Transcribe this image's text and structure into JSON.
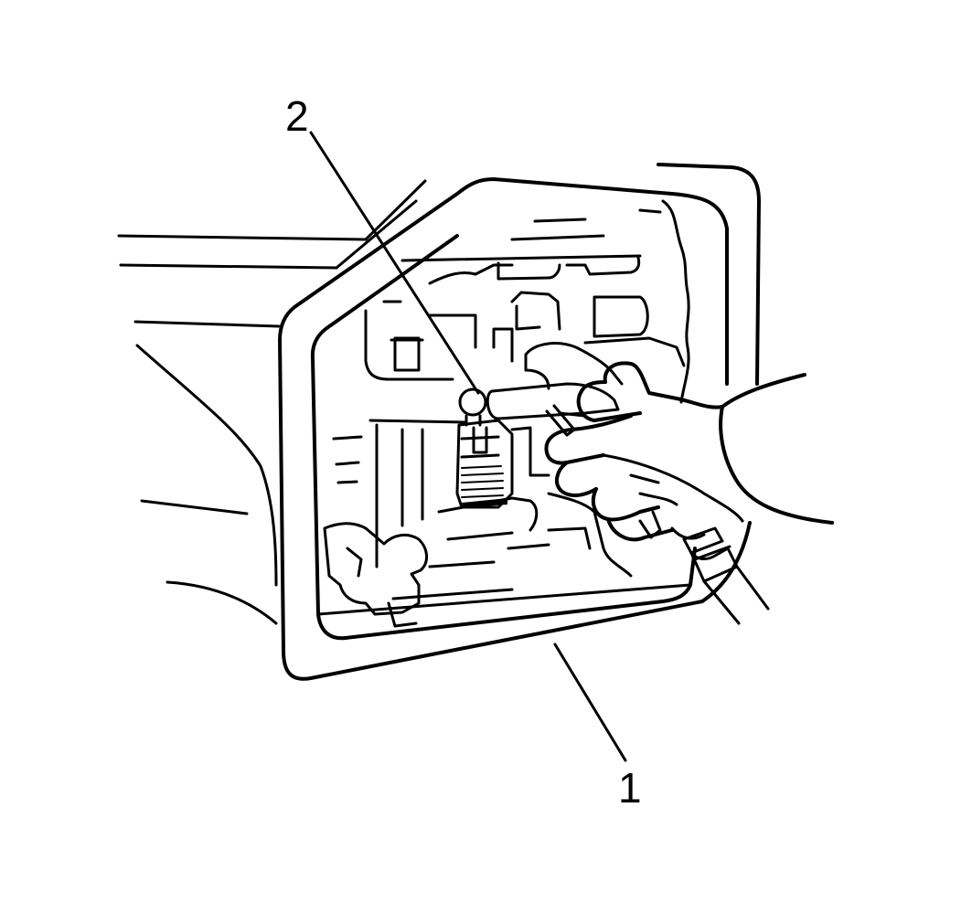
{
  "figure": {
    "callouts": [
      {
        "id": "1",
        "label": "1"
      },
      {
        "id": "2",
        "label": "2"
      }
    ]
  },
  "colors": {
    "ink": "#000000",
    "background": "#ffffff"
  }
}
